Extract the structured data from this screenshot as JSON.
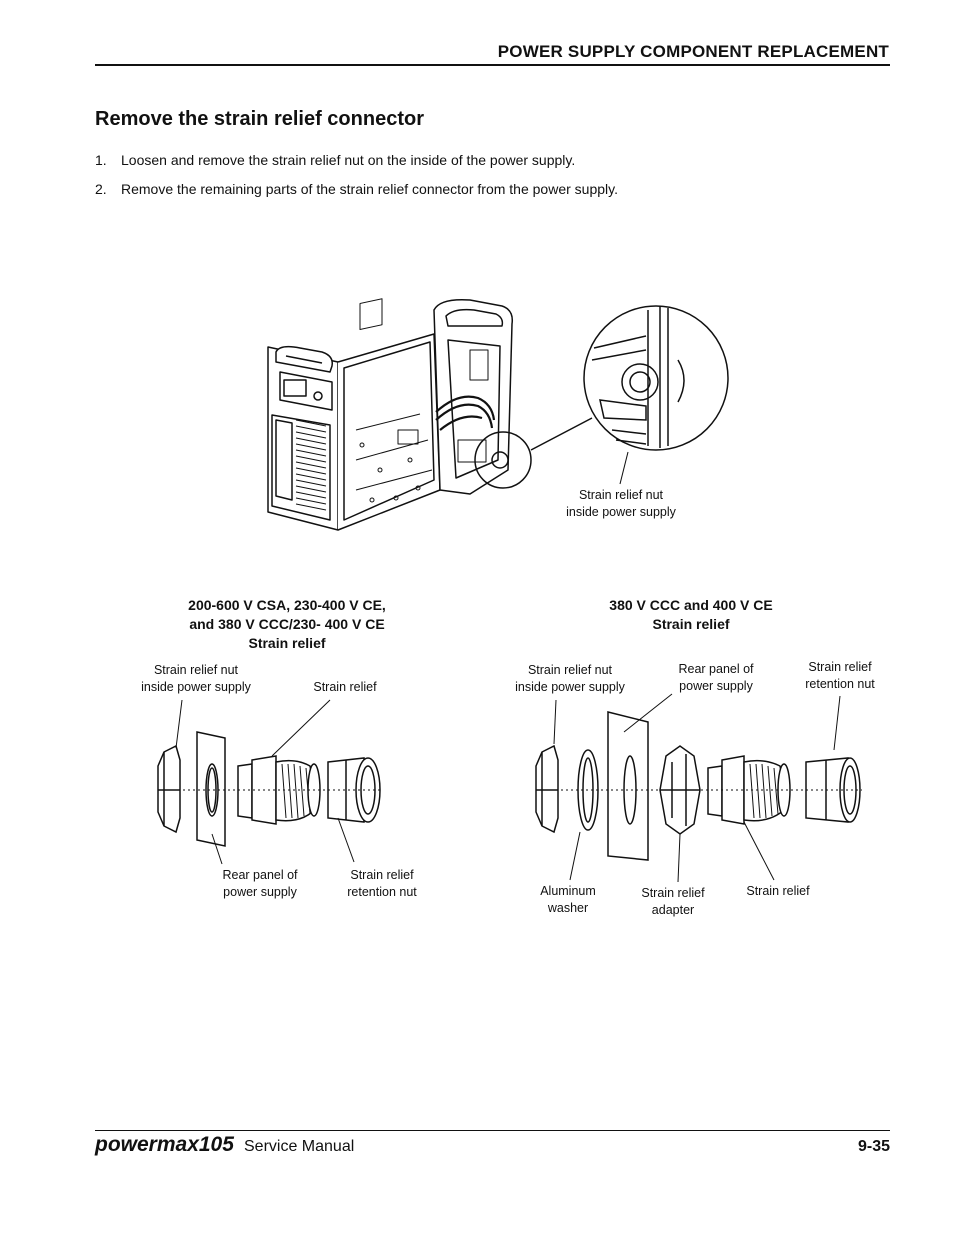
{
  "header": {
    "section_title": "POWER SUPPLY COMPONENT REPLACEMENT"
  },
  "page_title": "Remove the strain relief connector",
  "steps": [
    {
      "number": "1.",
      "text": "Loosen and remove the strain relief nut on the inside of the power supply."
    },
    {
      "number": "2.",
      "text": "Remove the remaining parts of the strain relief connector from the power supply."
    }
  ],
  "figure_top": {
    "callout_line1": "Strain relief nut",
    "callout_line2": "inside power supply"
  },
  "figure_left": {
    "heading_line1": "200-600 V CSA, 230-400 V CE,",
    "heading_line2": "and 380 V CCC/230- 400 V CE",
    "heading_line3": "Strain relief",
    "label_nut_line1": "Strain relief nut",
    "label_nut_line2": "inside power supply",
    "label_strain_relief": "Strain relief",
    "label_panel_line1": "Rear panel of",
    "label_panel_line2": "power supply",
    "label_retention_line1": "Strain relief",
    "label_retention_line2": "retention nut"
  },
  "figure_right": {
    "heading_line1": "380 V CCC and 400 V CE",
    "heading_line2": "Strain relief",
    "label_nut_line1": "Strain relief nut",
    "label_nut_line2": "inside power supply",
    "label_panel_line1": "Rear panel of",
    "label_panel_line2": "power supply",
    "label_retention_line1": "Strain relief",
    "label_retention_line2": "retention nut",
    "label_washer_line1": "Aluminum",
    "label_washer_line2": "washer",
    "label_adapter_line1": "Strain relief",
    "label_adapter_line2": "adapter",
    "label_strain_relief": "Strain relief"
  },
  "footer": {
    "brand": "powermax105",
    "manual": "Service Manual",
    "page_number": "9-35"
  }
}
